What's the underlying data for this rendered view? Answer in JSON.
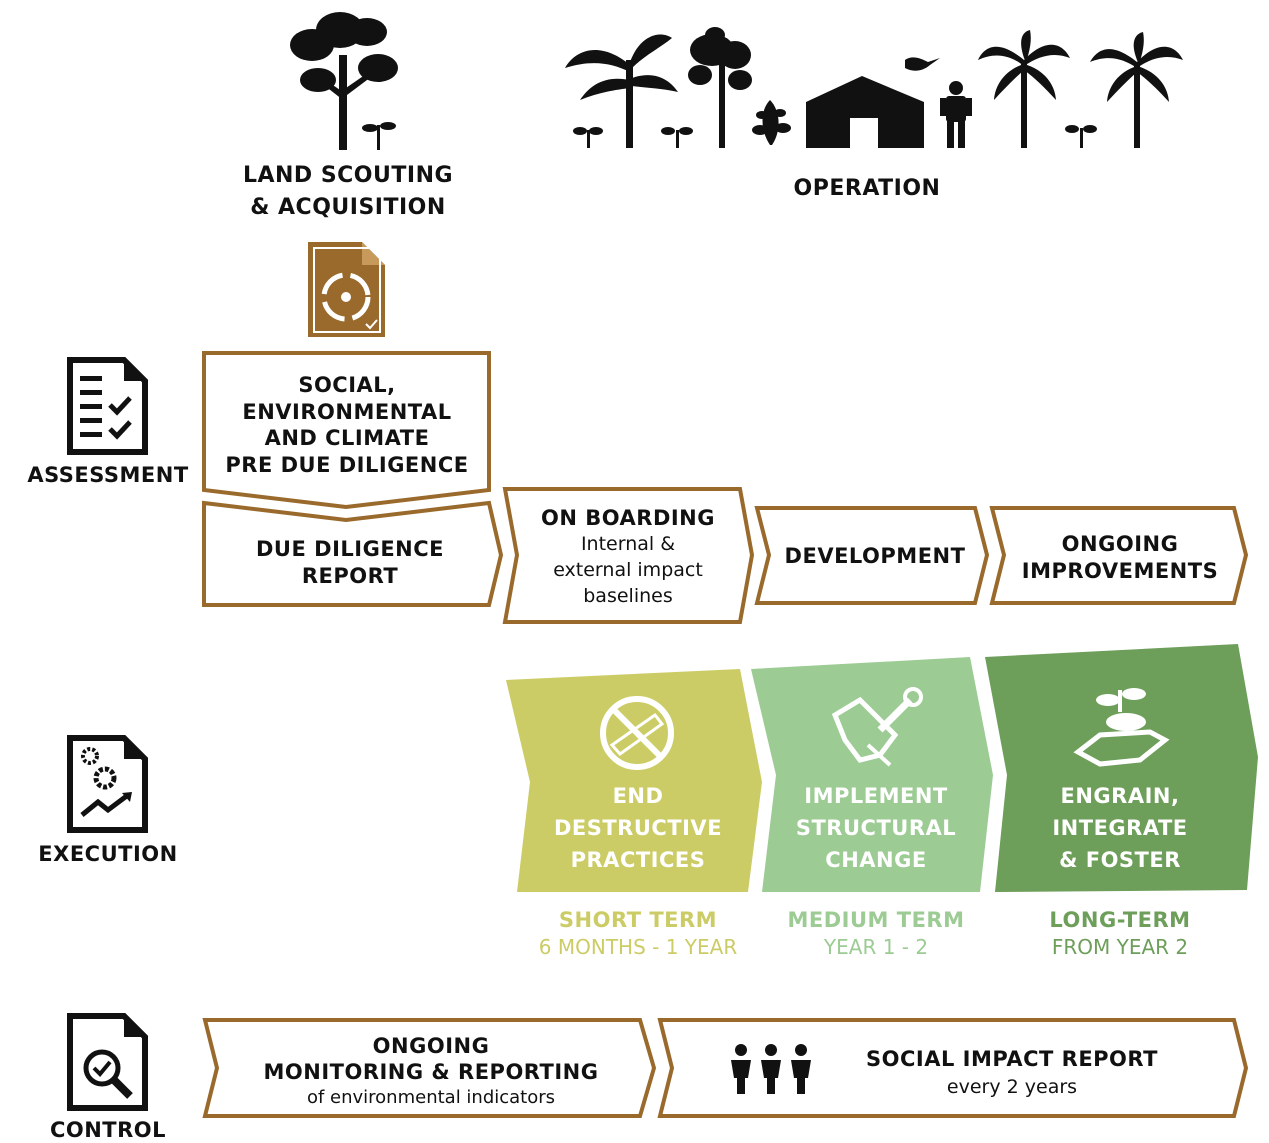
{
  "top": {
    "land_title_1": "LAND SCOUTING",
    "land_title_2": "& ACQUISITION",
    "operation_title": "OPERATION"
  },
  "left": {
    "assessment": "ASSESSMENT",
    "execution": "EXECUTION",
    "control": "CONTROL"
  },
  "assessment_boxes": {
    "pre_dd": [
      "SOCIAL,",
      "ENVIRONMENTAL",
      "AND CLIMATE",
      "PRE DUE DILIGENCE"
    ],
    "dd_report": [
      "DUE DILIGENCE",
      "REPORT"
    ],
    "onboarding_title": "ON BOARDING",
    "onboarding_sub": [
      "Internal &",
      "external impact",
      "baselines"
    ],
    "development": "DEVELOPMENT",
    "ongoing": [
      "ONGOING",
      "IMPROVEMENTS"
    ]
  },
  "execution_stages": [
    {
      "lines": [
        "END",
        "DESTRUCTIVE",
        "PRACTICES"
      ],
      "term": "SHORT TERM",
      "period": "6 MONTHS - 1 YEAR",
      "color": "#cccc66"
    },
    {
      "lines": [
        "IMPLEMENT",
        "STRUCTURAL",
        "CHANGE"
      ],
      "term": "MEDIUM TERM",
      "period": "YEAR 1 - 2",
      "color": "#9ccb94"
    },
    {
      "lines": [
        "ENGRAIN,",
        "INTEGRATE",
        "& FOSTER"
      ],
      "term": "LONG-TERM",
      "period": "FROM YEAR 2",
      "color": "#6d9e5a"
    }
  ],
  "control_boxes": {
    "monitoring": [
      "ONGOING",
      "MONITORING & REPORTING"
    ],
    "monitoring_sub": "of environmental indicators",
    "social_title": "SOCIAL IMPACT REPORT",
    "social_sub": "every 2 years"
  },
  "colors": {
    "brown": "#9a6a2c",
    "doc_fill": "#9a6a2c"
  }
}
